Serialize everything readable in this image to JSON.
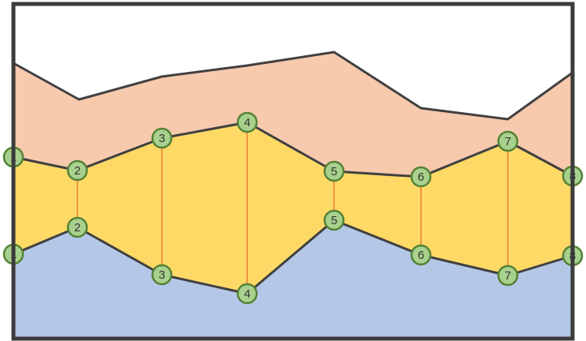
{
  "colors": {
    "frame": "#3b3b3b",
    "background": "#ffffff",
    "top_band": "#f7c9ad",
    "middle_band": "#ffd966",
    "bottom_band": "#b4c7e7",
    "boundary_line": "#404040",
    "connector": "#ed7d31",
    "marker_fill": "#a9d18e",
    "marker_stroke": "#548235",
    "marker_text": "#333333"
  },
  "upper_markers": [
    {
      "label": "1"
    },
    {
      "label": "2"
    },
    {
      "label": "3"
    },
    {
      "label": "4"
    },
    {
      "label": "5"
    },
    {
      "label": "6"
    },
    {
      "label": "7"
    },
    {
      "label": "8"
    }
  ],
  "lower_markers": [
    {
      "label": "1"
    },
    {
      "label": "2"
    },
    {
      "label": "3"
    },
    {
      "label": "4"
    },
    {
      "label": "5"
    },
    {
      "label": "6"
    },
    {
      "label": "7"
    },
    {
      "label": "8"
    }
  ]
}
